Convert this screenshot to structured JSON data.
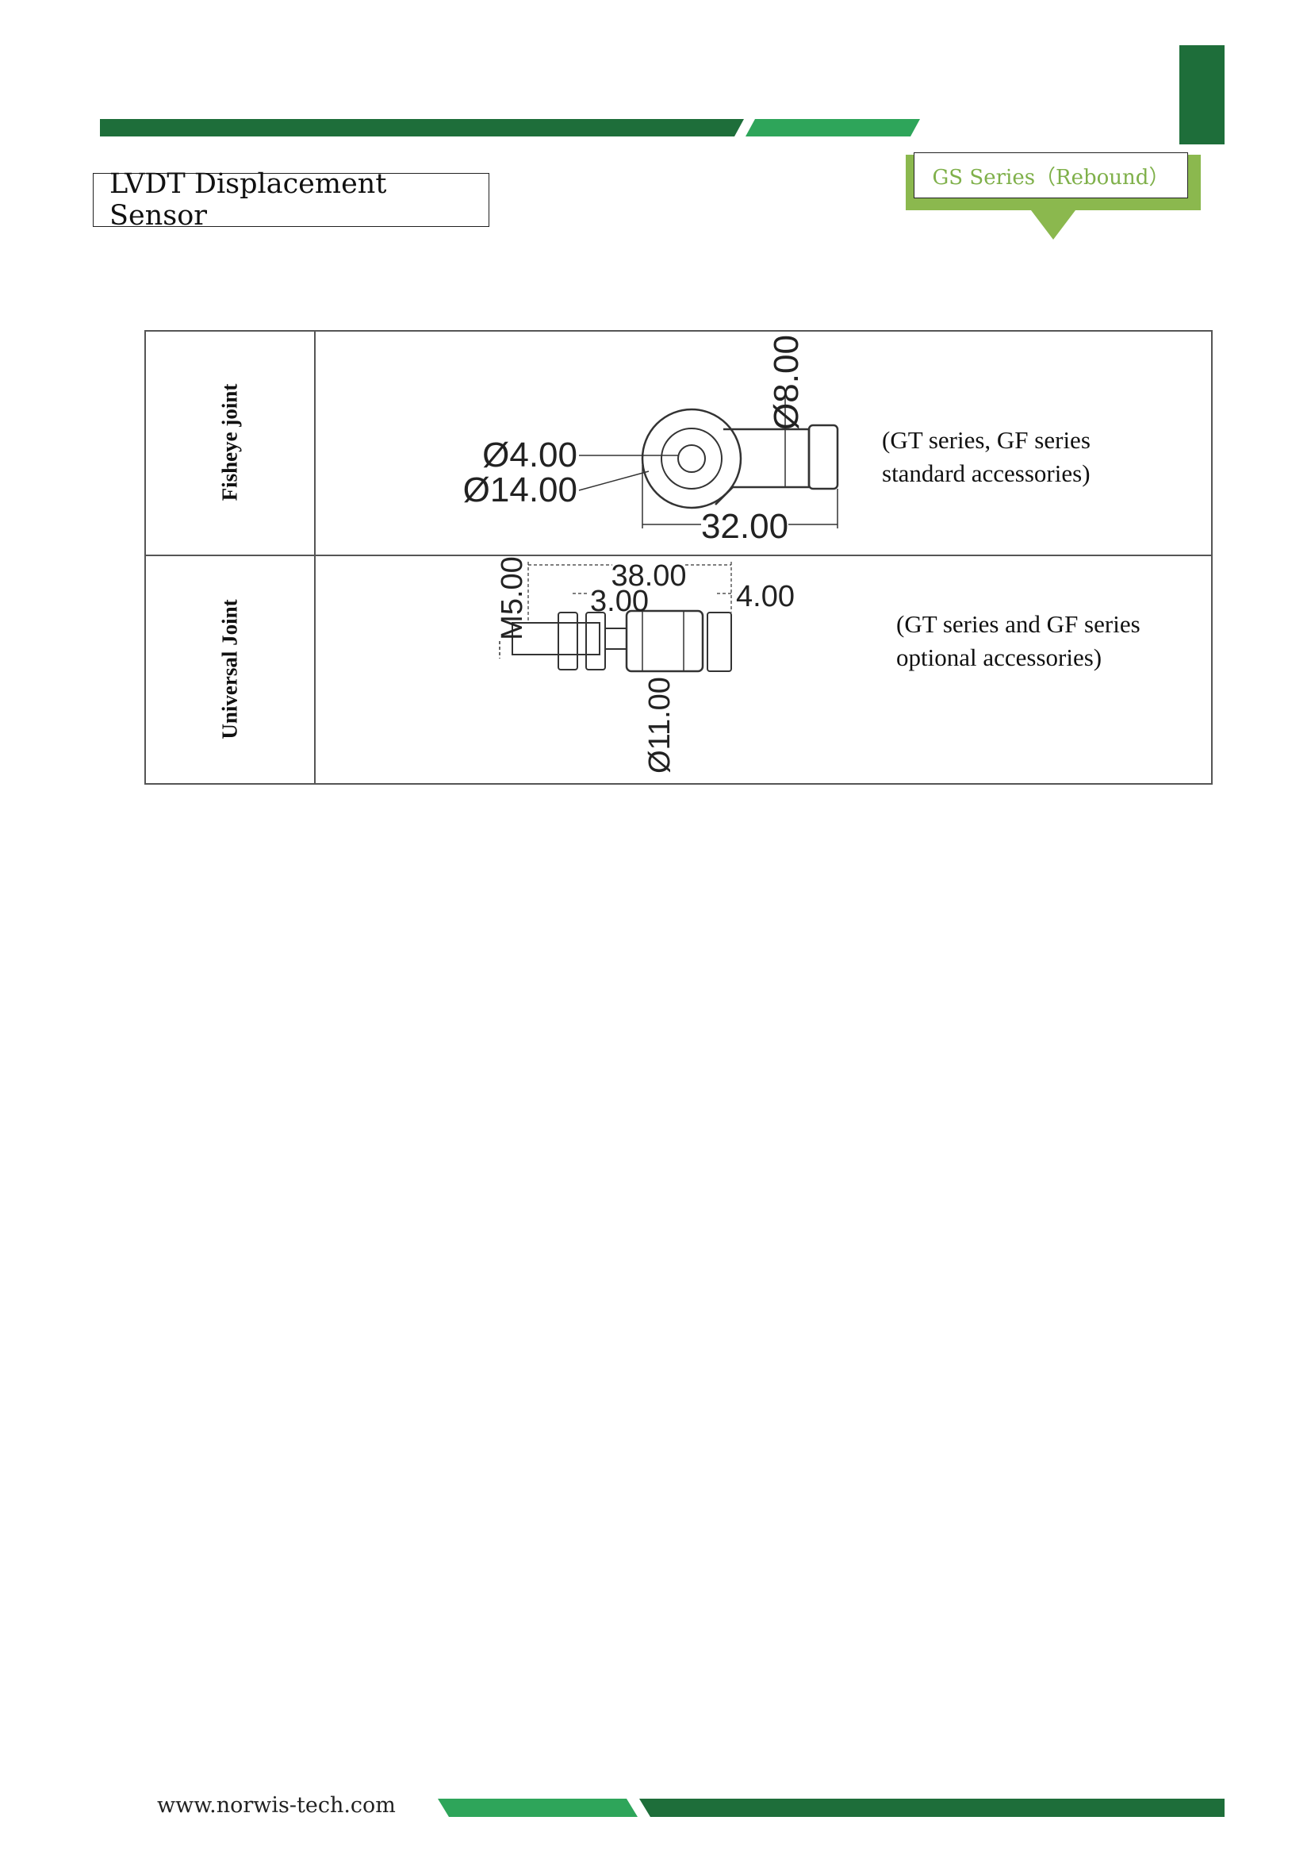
{
  "header": {
    "title": "LVDT Displacement Sensor",
    "series_tag": "GS Series（Rebound）",
    "brand_color": "#1e6e3a",
    "accent_color": "#7fb04a"
  },
  "accessories": [
    {
      "label": "Fisheye joint",
      "dims": {
        "inner_dia": "Ø4.00",
        "outer_dia": "Ø14.00",
        "shank_dia": "Ø8.00",
        "length": "32.00"
      },
      "note_line1": "(GT   series,   GF   series",
      "note_line2": "standard accessories)"
    },
    {
      "label": "Universal Joint",
      "dims": {
        "thread": "M5.00",
        "total_length": "38.00",
        "gap": "3.00",
        "end": "4.00",
        "body_dia": "Ø11.00"
      },
      "note_line1": "(GT  series  and  GF  series",
      "note_line2": "optional accessories)"
    }
  ],
  "footer": {
    "url": "www.norwis-tech.com"
  }
}
